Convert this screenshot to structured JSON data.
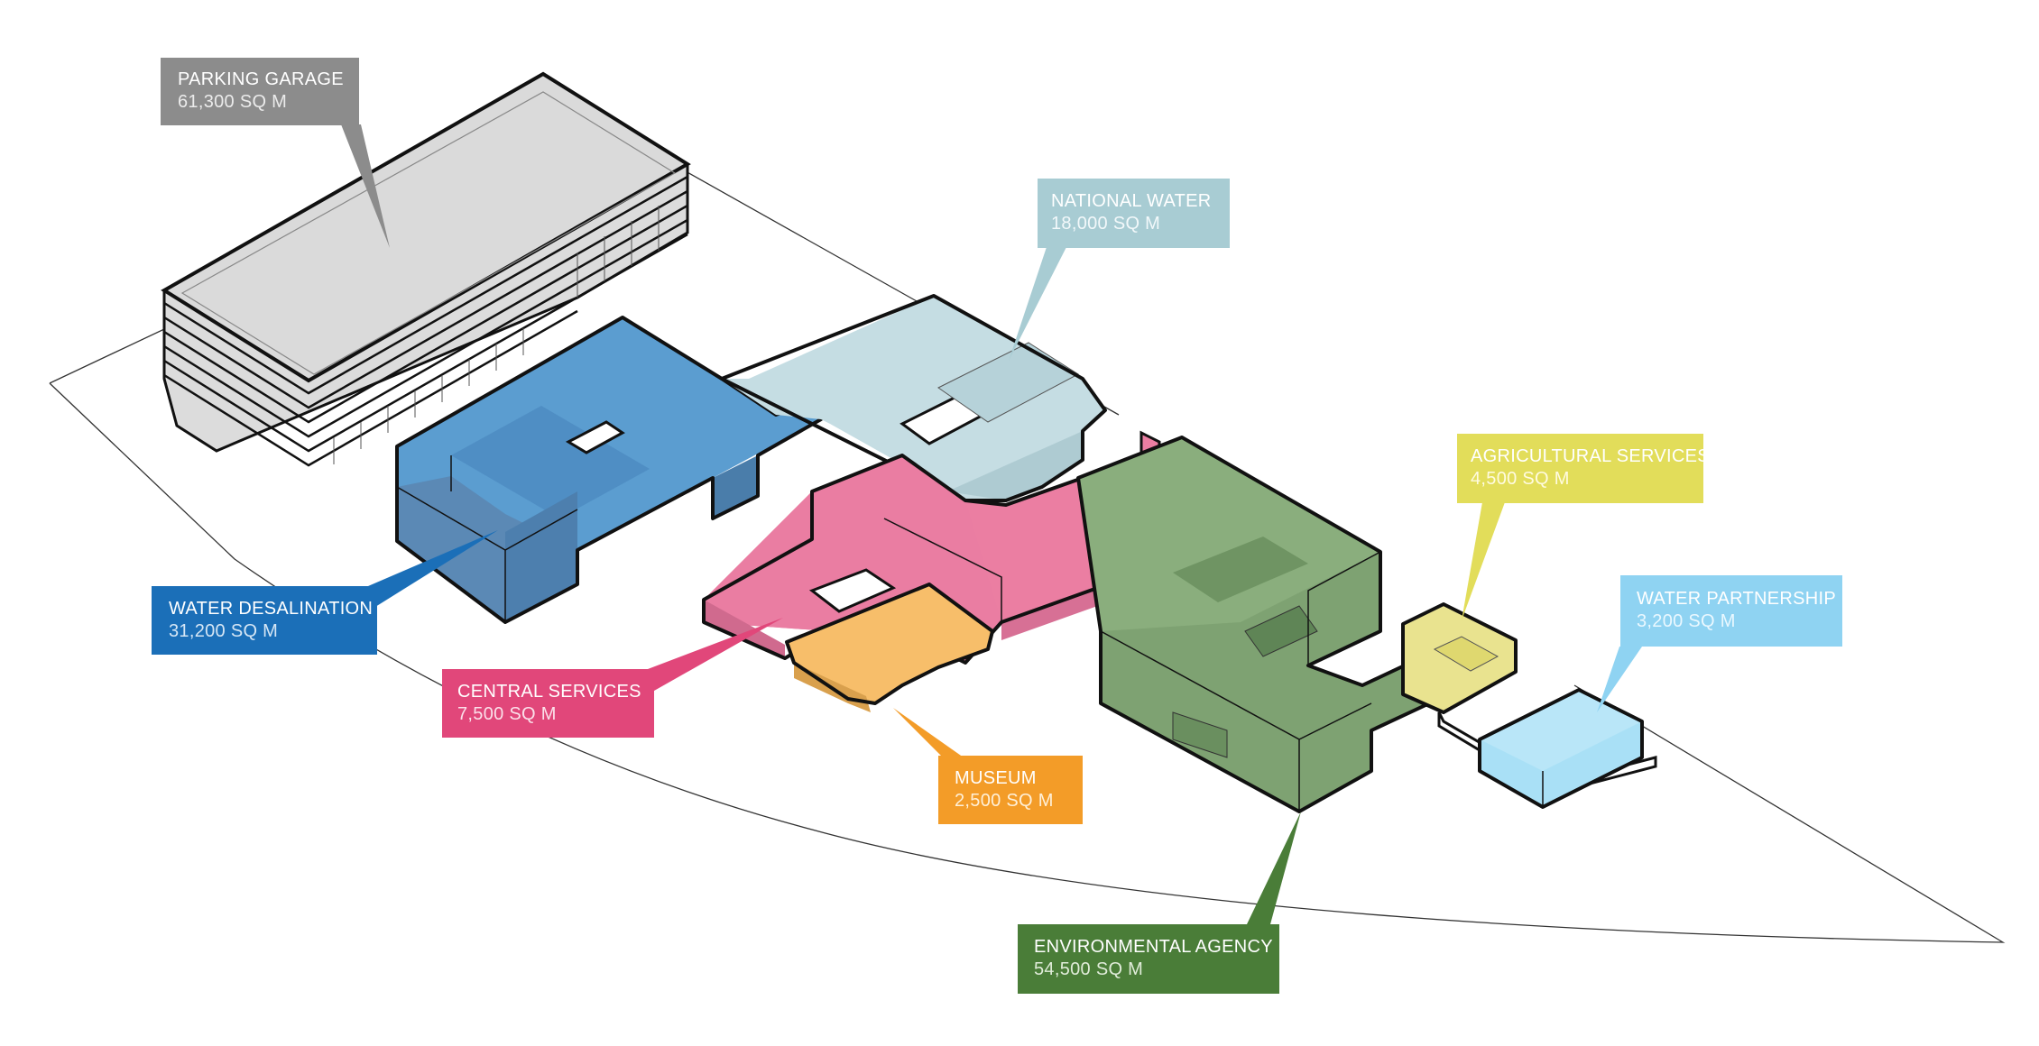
{
  "colors": {
    "parking_garage": "#8c8c8c",
    "national_water": "#a8ccd3",
    "water_desalination": "#1b6fb8",
    "central_services": "#e1477a",
    "museum": "#f39c28",
    "environmental_agency": "#4a7d38",
    "agricultural_services": "#e2dd5a",
    "water_partnership": "#8fd3f2"
  },
  "labels": {
    "parking_garage": {
      "name": "PARKING GARAGE",
      "area": "61,300 SQ M"
    },
    "national_water": {
      "name": "NATIONAL WATER",
      "area": "18,000 SQ M"
    },
    "water_desalination": {
      "name": "WATER DESALINATION",
      "area": "31,200 SQ M"
    },
    "central_services": {
      "name": "CENTRAL SERVICES",
      "area": "7,500 SQ M"
    },
    "museum": {
      "name": "MUSEUM",
      "area": "2,500 SQ M"
    },
    "environmental_agency": {
      "name": "ENVIRONMENTAL AGENCY",
      "area": "54,500 SQ M"
    },
    "agricultural_services": {
      "name": "AGRICULTURAL SERVICES",
      "area": "4,500 SQ M"
    },
    "water_partnership": {
      "name": "WATER PARTNERSHIP",
      "area": "3,200 SQ M"
    }
  }
}
